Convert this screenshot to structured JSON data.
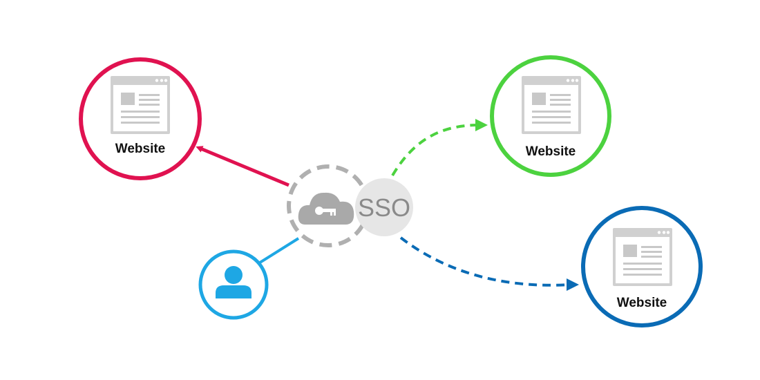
{
  "sso": {
    "label": "SSO",
    "icon": "cloud-key-icon"
  },
  "user": {
    "icon": "user-icon",
    "color": "#1ea7e4"
  },
  "websites": [
    {
      "label": "Website",
      "color": "#e01250",
      "connection": "solid"
    },
    {
      "label": "Website",
      "color": "#4cd23f",
      "connection": "dashed"
    },
    {
      "label": "Website",
      "color": "#0a6bb5",
      "connection": "dashed"
    }
  ],
  "colors": {
    "hub_ring": "#b0b0b0",
    "hub_fill": "#e6e6e6",
    "icon_gray": "#c9c9c9",
    "icon_gray_dark": "#a9a9a9"
  }
}
